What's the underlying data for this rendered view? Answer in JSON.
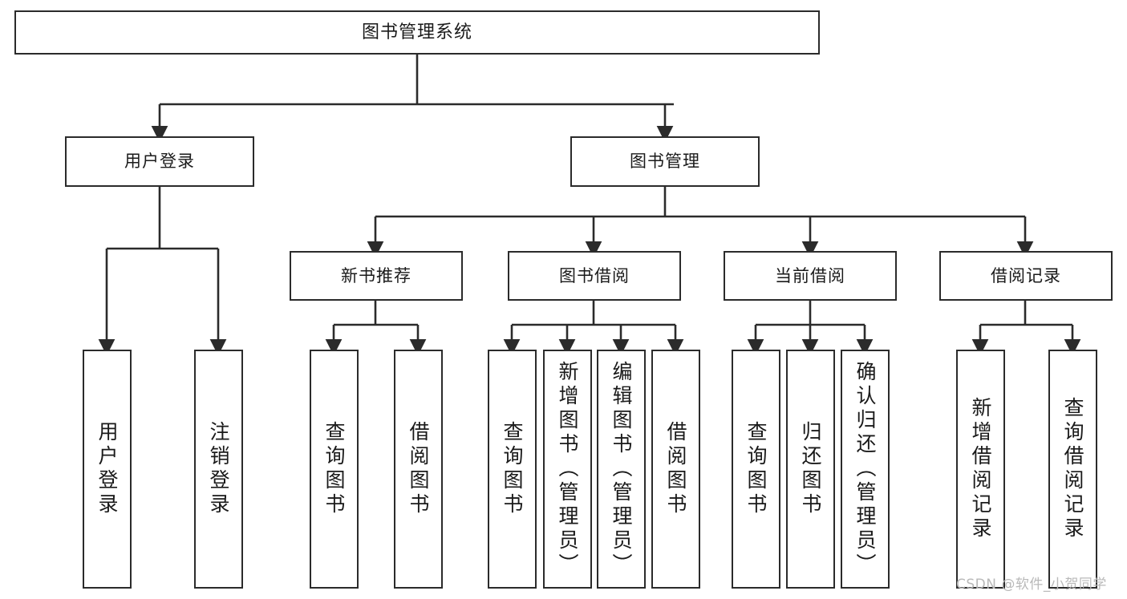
{
  "diagram": {
    "type": "tree-hierarchy-chart",
    "title": "图书管理系统",
    "orientation": "top-down",
    "stroke_color": "#2b2b2b",
    "fill_color": "#ffffff",
    "text_color": "#1a1a1a"
  },
  "root": {
    "label": "图书管理系统"
  },
  "level2": [
    {
      "label": "用户登录"
    },
    {
      "label": "图书管理"
    }
  ],
  "level3": [
    {
      "label": "新书推荐"
    },
    {
      "label": "图书借阅"
    },
    {
      "label": "当前借阅"
    },
    {
      "label": "借阅记录"
    }
  ],
  "leaves": {
    "user_login": [
      {
        "label": "用户登录"
      },
      {
        "label": "注销登录"
      }
    ],
    "new_book_recommend": [
      {
        "label": "查询图书"
      },
      {
        "label": "借阅图书"
      }
    ],
    "book_borrow": [
      {
        "label": "查询图书"
      },
      {
        "label": "新增图书（管理员）"
      },
      {
        "label": "编辑图书（管理员）"
      },
      {
        "label": "借阅图书"
      }
    ],
    "current_borrow": [
      {
        "label": "查询图书"
      },
      {
        "label": "归还图书"
      },
      {
        "label": "确认归还（管理员）"
      }
    ],
    "borrow_record": [
      {
        "label": "新增借阅记录"
      },
      {
        "label": "查询借阅记录"
      }
    ]
  },
  "watermark": {
    "text": "CSDN @软件_小贺同学"
  }
}
